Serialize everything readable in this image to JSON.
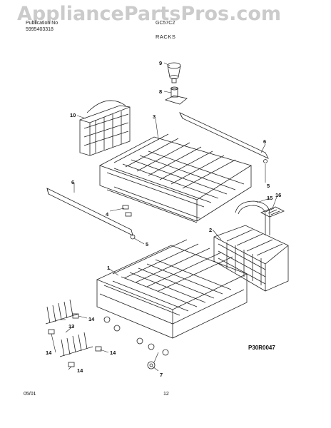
{
  "watermark": "AppliancePartsPros.com",
  "header": {
    "publication_label": "Publication No",
    "model_label": "GC57C2",
    "publication_no": "5995403318",
    "section_title": "RACKS"
  },
  "diagram_code": "P30R0047",
  "footer": {
    "date": "05/01",
    "page": "12"
  },
  "callouts": {
    "c1": "1",
    "c2": "2",
    "c3": "3",
    "c4": "4",
    "c5a": "5",
    "c5b": "5",
    "c6a": "6",
    "c6b": "6",
    "c7": "7",
    "c8": "8",
    "c9": "9",
    "c10": "10",
    "c13": "13",
    "c14a": "14",
    "c14b": "14",
    "c14c": "14",
    "c14d": "14",
    "c15": "15",
    "c16": "16"
  }
}
